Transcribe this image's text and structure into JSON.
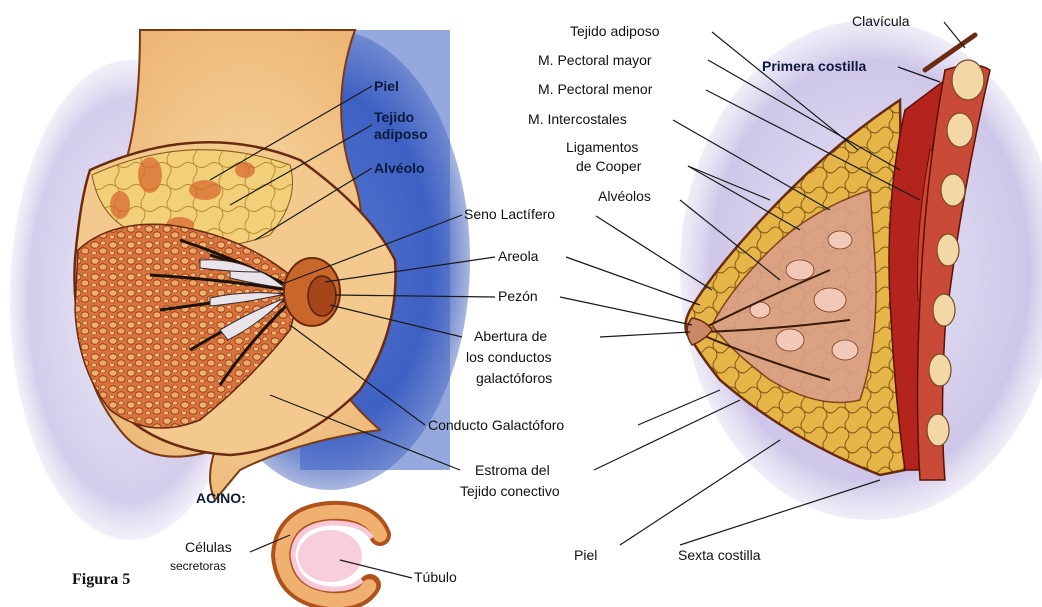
{
  "figure_label": "Figura 5",
  "left_diagram": {
    "labels": {
      "piel": "Piel",
      "tejido_adiposo_1": "Tejido",
      "tejido_adiposo_2": "adiposo",
      "alveolo": "Alvéolo",
      "seno_lactifero": "Seno Lactífero",
      "areola": "Areola",
      "pezon": "Pezón",
      "abertura_1": "Abertura de",
      "abertura_2": "los conductos",
      "abertura_3": "galactóforos",
      "conducto_galactoforo": "Conducto Galactóforo",
      "estroma_1": "Estroma del",
      "estroma_2": "Tejido conectivo"
    }
  },
  "acino": {
    "title": "ACINO:",
    "celulas_1": "Células",
    "celulas_2": "secretoras",
    "tubulo": "Túbulo"
  },
  "right_diagram": {
    "labels": {
      "tejido_adiposo": "Tejido adiposo",
      "pectoral_mayor": "M. Pectoral mayor",
      "pectoral_menor": "M. Pectoral menor",
      "intercostales": "M. Intercostales",
      "ligamentos_1": "Ligamentos",
      "ligamentos_2": "de Cooper",
      "alveolos": "Alvéolos",
      "clavicula": "Clavícula",
      "primera_costilla": "Primera costilla",
      "piel": "Piel",
      "sexta_costilla": "Sexta costilla"
    }
  },
  "colors": {
    "blue_bg": "#3f63c4",
    "skin": "#f3c98e",
    "fat": "#e9b24a",
    "gland": "#c9522c",
    "muscle": "#b3241c",
    "outline": "#6b2a12",
    "bone": "#f2d8a6",
    "lavender": "#d8cdea"
  }
}
